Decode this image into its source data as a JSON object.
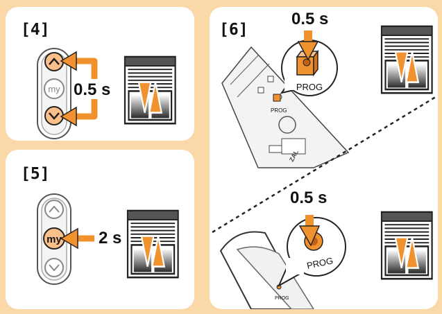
{
  "step4": {
    "label": "[4]",
    "duration": "0.5 s"
  },
  "step5": {
    "label": "[5]",
    "duration": "2 s"
  },
  "step6": {
    "label": "[6]",
    "duration_top": "0.5 s",
    "duration_bottom": "0.5 s"
  },
  "buttons": {
    "my": "my"
  },
  "prog": {
    "label": "PROG",
    "small_label": "PROG"
  },
  "colors": {
    "background": "#fbd8a8",
    "arrow": "#f0922e",
    "panel": "#ffffff",
    "outline": "#222222"
  },
  "icons": [
    "up-arrow-icon",
    "down-arrow-icon",
    "roller-shutter-icon",
    "prog-button-icon",
    "remote-control-icon"
  ]
}
